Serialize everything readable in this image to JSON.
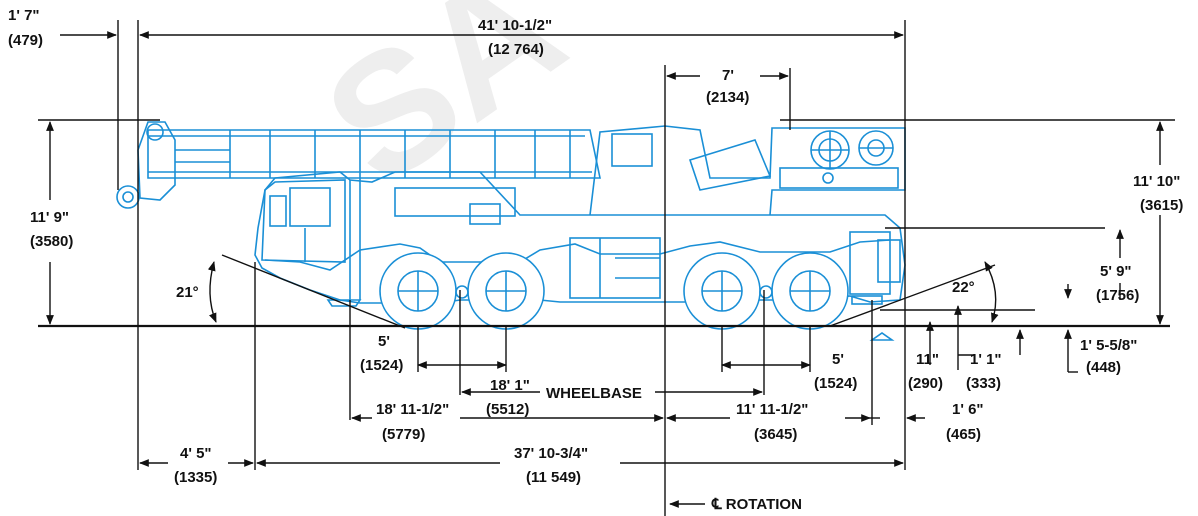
{
  "watermark": "SA",
  "dimensions": {
    "boom_tip_offset": {
      "ft": "1' 7\"",
      "mm": "(479)"
    },
    "overall_length_boom": {
      "ft": "41' 10-1/2\"",
      "mm": "(12 764)"
    },
    "rotation_to_rear": {
      "ft": "7'",
      "mm": "(2134)"
    },
    "overall_height": {
      "ft": "11' 10\"",
      "mm": "(3615)"
    },
    "front_height": {
      "ft": "11' 9\"",
      "mm": "(3580)"
    },
    "approach_angle": "21°",
    "departure_angle": "22°",
    "outrigger_height": {
      "ft": "5' 9\"",
      "mm": "(1756)"
    },
    "front_axle_spacing": {
      "ft": "5'",
      "mm": "(1524)"
    },
    "rear_axle_spacing": {
      "ft": "5'",
      "mm": "(1524)"
    },
    "wheelbase": {
      "ft": "18' 1\"",
      "mm": "(5512)",
      "label": "WHEELBASE"
    },
    "ground_clearance_a": {
      "ft": "11\"",
      "mm": "(290)"
    },
    "ground_clearance_b": {
      "ft": "1' 1\"",
      "mm": "(333)"
    },
    "outrigger_pad": {
      "ft": "1' 5-5/8\"",
      "mm": "(448)"
    },
    "front_to_rotation": {
      "ft": "18' 11-1/2\"",
      "mm": "(5779)"
    },
    "rotation_to_rear_axle": {
      "ft": "11' 11-1/2\"",
      "mm": "(3645)"
    },
    "rear_overhang": {
      "ft": "1' 6\"",
      "mm": "(465)"
    },
    "front_overhang": {
      "ft": "4' 5\"",
      "mm": "(1335)"
    },
    "overall_carrier_length": {
      "ft": "37' 10-3/4\"",
      "mm": "(11 549)"
    },
    "rotation_label": "℄ ROTATION"
  }
}
